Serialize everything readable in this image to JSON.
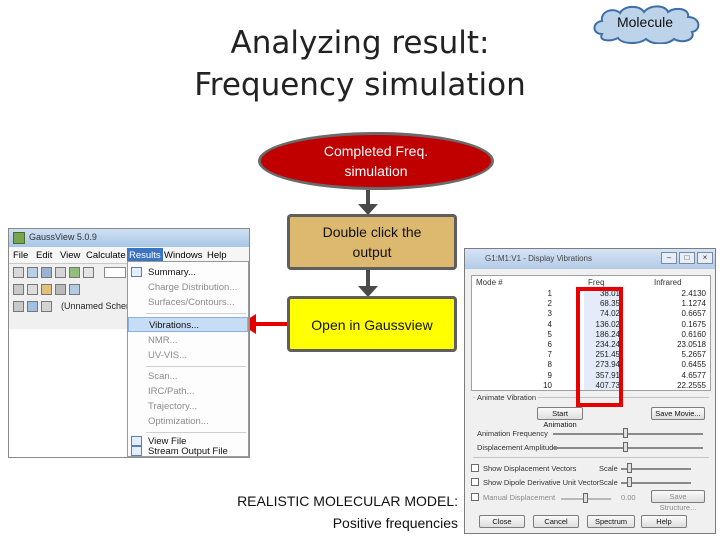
{
  "slide": {
    "title_line1": "Analyzing result:",
    "title_line2": "Frequency simulation",
    "cloud_label": "Molecule",
    "step1_line1": "Completed Freq.",
    "step1_line2": "simulation",
    "step2_line1": "Double click the",
    "step2_line2": "output",
    "step3": "Open in Gaussview",
    "caption_line1": "REALISTIC MOLECULAR MODEL:",
    "caption_line2": "Positive frequencies",
    "colors": {
      "oval": "#c00000",
      "step2": "#dcb96e",
      "step3": "#ffff00",
      "highlight": "#e60000"
    }
  },
  "gaussview": {
    "window_title": "GaussView 5.0.9",
    "menu": [
      "File",
      "Edit",
      "View",
      "Calculate",
      "Results",
      "Windows",
      "Help"
    ],
    "active_menu": "Results",
    "scheme_label": "(Unnamed Scheme",
    "results_menu": {
      "items": [
        "Summary...",
        "Charge Distribution...",
        "Surfaces/Contours...",
        "Vibrations...",
        "NMR...",
        "UV-VIS...",
        "Scan...",
        "IRC/Path...",
        "Trajectory...",
        "Optimization...",
        "View File",
        "Stream Output File"
      ],
      "selected": "Vibrations..."
    }
  },
  "display_vibrations": {
    "window_title": "G1:M1:V1 - Display Vibrations",
    "columns": [
      "Mode #",
      "Freq",
      "Infrared"
    ],
    "rows": [
      {
        "mode": "1",
        "freq": "38.01",
        "ir": "2.4130"
      },
      {
        "mode": "2",
        "freq": "68.35",
        "ir": "1.1274"
      },
      {
        "mode": "3",
        "freq": "74.02",
        "ir": "0.6657"
      },
      {
        "mode": "4",
        "freq": "136.02",
        "ir": "0.1675"
      },
      {
        "mode": "5",
        "freq": "186.24",
        "ir": "0.6160"
      },
      {
        "mode": "6",
        "freq": "234.24",
        "ir": "23.0518"
      },
      {
        "mode": "7",
        "freq": "251.45",
        "ir": "5.2657"
      },
      {
        "mode": "8",
        "freq": "273.94",
        "ir": "0.6455"
      },
      {
        "mode": "9",
        "freq": "357.91",
        "ir": "4.6577"
      },
      {
        "mode": "10",
        "freq": "407.73",
        "ir": "22.2555"
      }
    ],
    "animate_label": "Animate Vibration",
    "start_animation": "Start Animation",
    "save_movie": "Save Movie...",
    "animation_frequency": "Animation Frequency",
    "displacement_amplitude": "Displacement Amplitude",
    "show_displacement_vectors": "Show Displacement Vectors",
    "show_dipole_vector": "Show Dipole Derivative Unit Vector",
    "manual_displacement": "Manual Displacement",
    "scale_label": "Scale",
    "manual_value": "0.00",
    "save_structure": "Save Structure...",
    "buttons": [
      "Close",
      "Cancel",
      "Spectrum",
      "Help"
    ]
  }
}
